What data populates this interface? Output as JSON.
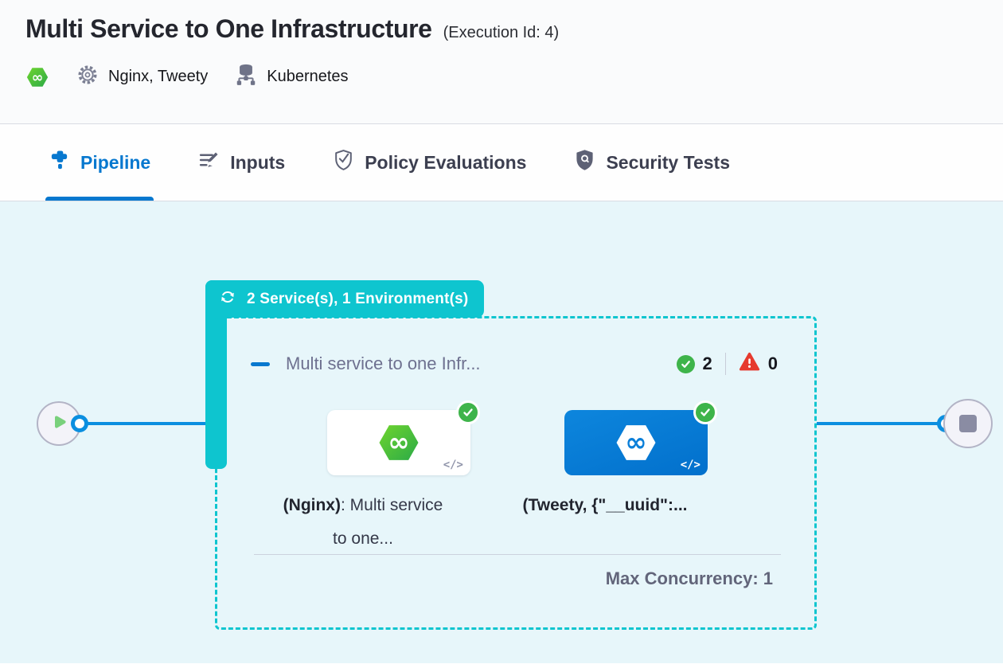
{
  "header": {
    "title": "Multi Service to One Infrastructure",
    "execution_id": "(Execution Id: 4)",
    "services": "Nginx, Tweety",
    "infrastructure": "Kubernetes"
  },
  "tabs": {
    "pipeline": "Pipeline",
    "inputs": "Inputs",
    "policy": "Policy Evaluations",
    "security": "Security Tests"
  },
  "pipeline": {
    "group_badge": "2 Service(s), 1 Environment(s)",
    "stage_name": "Multi service to one Infr...",
    "success_count": "2",
    "failed_count": "0",
    "max_concurrency": "Max Concurrency: 1",
    "nodes": {
      "first": {
        "label_bold": "(Nginx)",
        "label_rest": ": Multi service to one...",
        "code_icon": "</>"
      },
      "second": {
        "label_bold": "(Tweety, {\"__uuid\":...",
        "label_rest": "",
        "code_icon": "</>"
      }
    }
  },
  "colors": {
    "accent_teal": "#0ec5cf",
    "accent_blue": "#0778cf",
    "line_blue": "#0b8fe0",
    "success_green": "#3eb44a",
    "error_red": "#e63a2e",
    "harness_green": "#4cc13f",
    "canvas_bg": "#e7f6fa"
  }
}
